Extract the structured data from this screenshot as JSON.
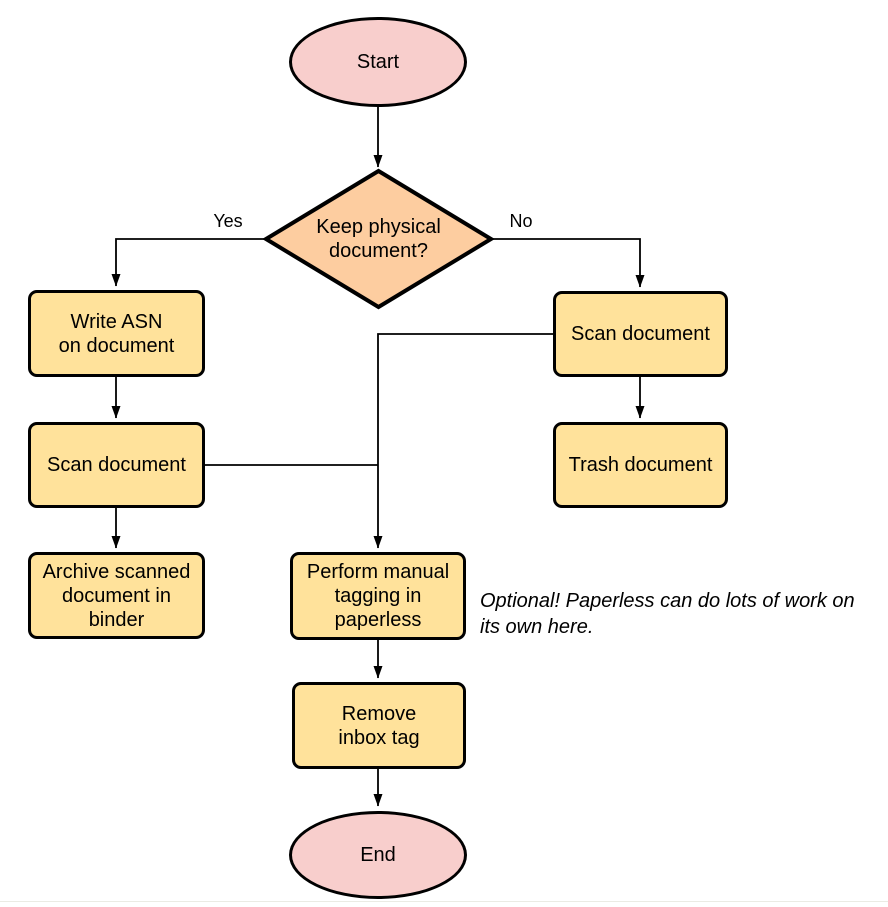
{
  "colors": {
    "bg": "#ffffff",
    "node-border": "#000000",
    "line": "#000000",
    "text": "#000000",
    "terminal-fill": "#F8CECC",
    "decision-fill": "#FDCDA0",
    "process-fill": "#FFE29B"
  },
  "nodes": {
    "start": {
      "label": "Start",
      "type": "terminal"
    },
    "decision": {
      "label": "Keep physical\ndocument?",
      "type": "decision"
    },
    "write_asn": {
      "label": "Write ASN\non document",
      "type": "process"
    },
    "scan_left": {
      "label": "Scan document",
      "type": "process"
    },
    "archive": {
      "label": "Archive scanned\ndocument in\nbinder",
      "type": "process"
    },
    "scan_right": {
      "label": "Scan document",
      "type": "process"
    },
    "trash": {
      "label": "Trash document",
      "type": "process"
    },
    "tagging": {
      "label": "Perform manual\ntagging in\npaperless",
      "type": "process"
    },
    "remove_inbox": {
      "label": "Remove\ninbox tag",
      "type": "process"
    },
    "end": {
      "label": "End",
      "type": "terminal"
    }
  },
  "edge_labels": {
    "yes": "Yes",
    "no": "No"
  },
  "annotation": "Optional! Paperless can do lots of work on\nits own here."
}
